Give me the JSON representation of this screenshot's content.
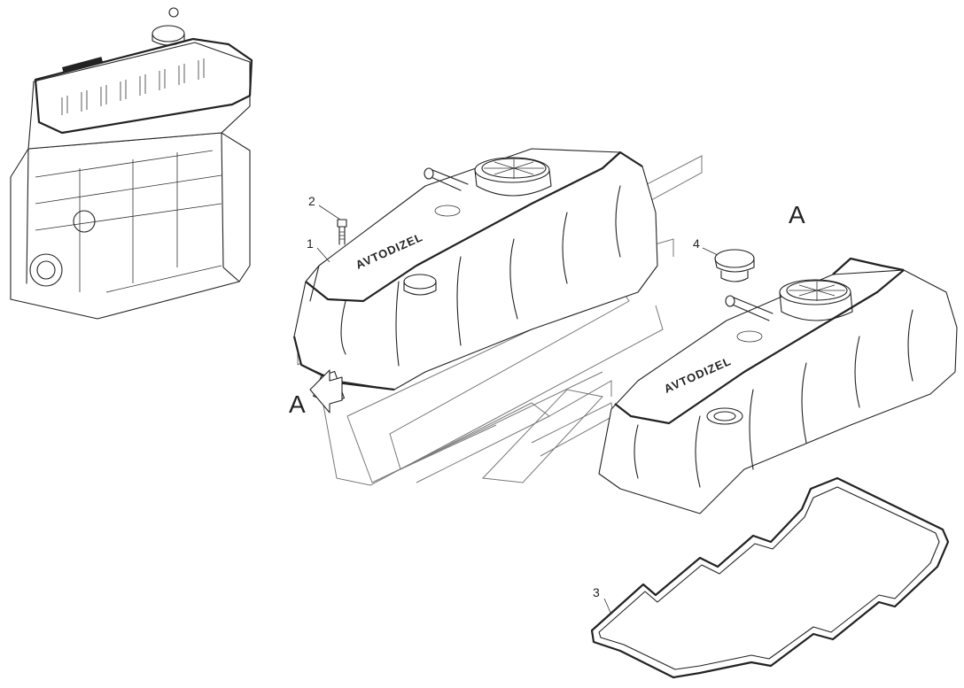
{
  "diagram": {
    "view_label": "A",
    "brand_text": "AVTODIZEL",
    "callouts": [
      {
        "id": "1",
        "label": "1"
      },
      {
        "id": "2",
        "label": "2"
      },
      {
        "id": "3",
        "label": "3"
      },
      {
        "id": "4",
        "label": "4"
      }
    ]
  }
}
